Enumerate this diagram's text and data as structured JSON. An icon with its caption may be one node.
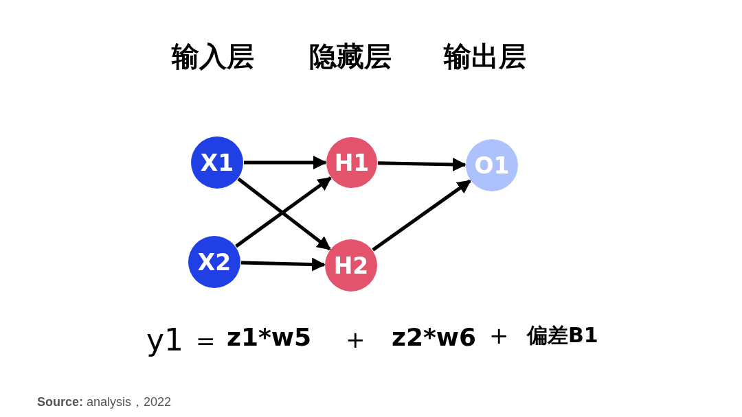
{
  "diagram": {
    "nodes": [
      {
        "text": [
          "X1"
        ]
      },
      {
        "text": [
          "X2"
        ]
      },
      {
        "text": [
          "H1"
        ]
      },
      {
        "text": [
          "H2"
        ]
      },
      {
        "text": [
          "O1"
        ]
      }
    ],
    "edges": [
      {
        "from": 0,
        "to": 2,
        "arrow": "to"
      },
      {
        "from": 0,
        "to": 3,
        "arrow": "to"
      },
      {
        "from": 1,
        "to": 2,
        "arrow": "to"
      },
      {
        "from": 1,
        "to": 3,
        "arrow": "to"
      },
      {
        "from": 2,
        "to": 4,
        "arrow": "to"
      },
      {
        "from": 3,
        "to": 4,
        "arrow": "to"
      }
    ],
    "labels": [
      "输入层",
      "隐藏层",
      "输出层",
      "y1",
      "=",
      "z1*w5",
      "+",
      "z2*w6",
      "+",
      "偏差B1",
      "**Source:** analysis，2022"
    ]
  }
}
